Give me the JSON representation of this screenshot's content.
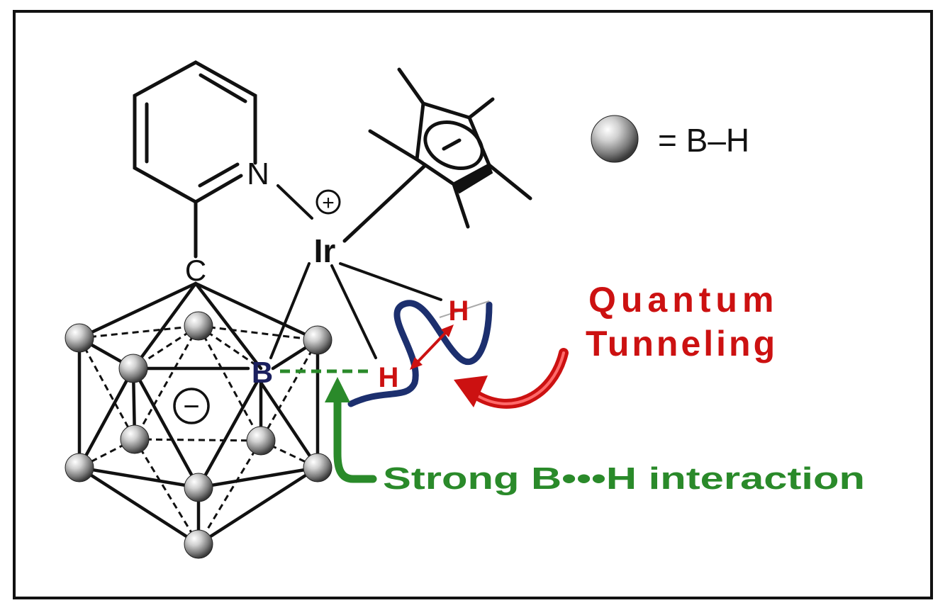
{
  "atoms": {
    "nitrogen": "N",
    "iridium": "Ir",
    "carbon": "C",
    "boron": "B",
    "hydrogen_upper": "H",
    "hydrogen_lower": "H"
  },
  "charges": {
    "positive": "+",
    "negative": "−"
  },
  "legend": {
    "text": "= B–H"
  },
  "annotations": {
    "quantum_line1": "Quantum",
    "quantum_line2": "Tunneling",
    "interaction": "Strong B•••H interaction"
  },
  "colors": {
    "quantum_red": "#cc1111",
    "interaction_green": "#2a8a2a",
    "boron_navy": "#1a1f5e",
    "wave_navy": "#1c2f6e",
    "bond_black": "#111111"
  }
}
